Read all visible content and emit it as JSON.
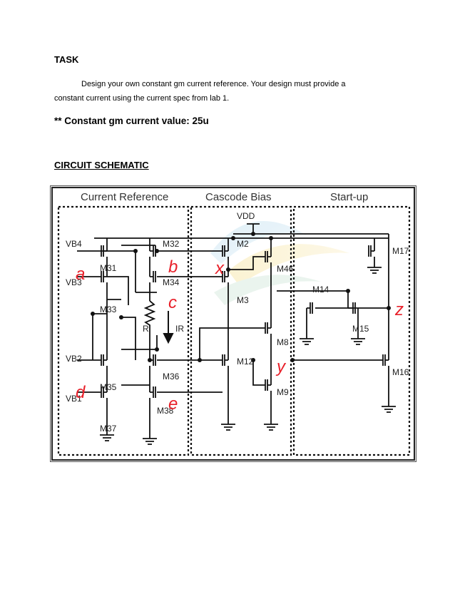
{
  "task": {
    "heading": "TASK",
    "line1": "Design your own constant gm current reference.  Your design must provide a",
    "line2": "constant current using the current spec from lab 1.",
    "gm_value": "** Constant gm current value: 25u"
  },
  "schematic": {
    "heading": "CIRCUIT SCHEMATIC",
    "sections": {
      "current_reference": "Current Reference",
      "cascode_bias": "Cascode Bias",
      "startup": "Start-up"
    },
    "labels": {
      "vdd": "VDD",
      "vb4": "VB4",
      "vb3": "VB3",
      "vb2": "VB2",
      "vb1": "VB1",
      "m31": "M31",
      "m32": "M32",
      "m33": "M33",
      "m34": "M34",
      "m35": "M35",
      "m36": "M36",
      "m37": "M37",
      "m38": "M38",
      "m2": "M2",
      "m3": "M3",
      "m46": "M46",
      "m8": "M8",
      "m9": "M9",
      "m12": "M12",
      "m14": "M14",
      "m15": "M15",
      "m16": "M16",
      "m17": "M17",
      "r": "R",
      "ir": "IR"
    },
    "annotations": {
      "a": "a",
      "b": "b",
      "c": "c",
      "d": "d",
      "e": "e",
      "x": "x",
      "y": "y",
      "z": "z"
    },
    "annotation_color": "#e8202a"
  }
}
